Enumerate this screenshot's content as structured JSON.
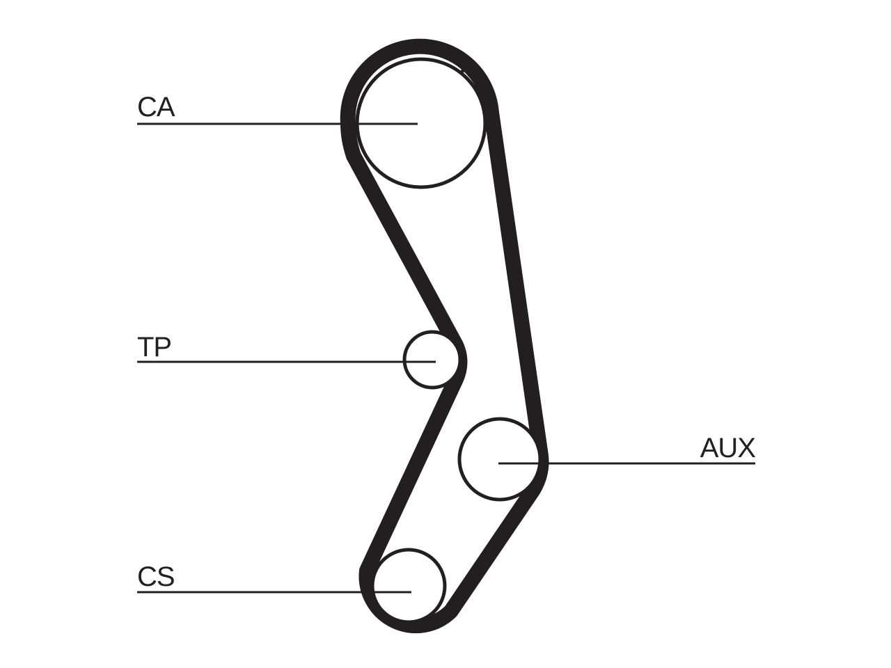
{
  "diagram": {
    "colors": {
      "ink": "#231f20",
      "background": "#ffffff"
    },
    "labels": {
      "camshaft": "CA",
      "tensioner": "TP",
      "auxiliary": "AUX",
      "crankshaft": "CS"
    }
  }
}
